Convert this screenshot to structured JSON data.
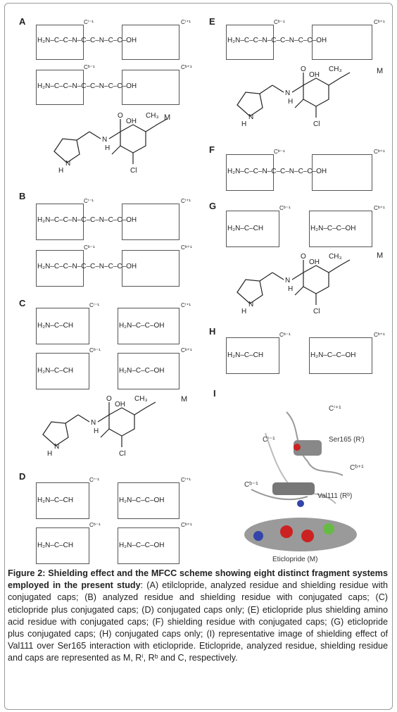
{
  "panels": {
    "A": "A",
    "B": "B",
    "C": "C",
    "D": "D",
    "E": "E",
    "F": "F",
    "G": "G",
    "H": "H",
    "I": "I"
  },
  "fragments": {
    "tripeptide": "H₂N–C–C–N–C–C–N–C–C–OH",
    "cap_cho": "H₂N–C–CH",
    "cap_cooh": "H₂N–C–C–OH"
  },
  "cap_labels": {
    "ci_minus": "Cⁱ⁻¹",
    "ci_plus": "Cⁱ⁺¹",
    "cb_minus": "Cᵇ⁻¹",
    "cb_plus": "Cᵇ⁺¹"
  },
  "molecule": {
    "label": "M",
    "atom_oh": "OH",
    "atom_ch3": "CH₃",
    "atom_cl": "Cl",
    "atom_n": "N",
    "atom_h": "H",
    "atom_o": "O"
  },
  "panel_i": {
    "ser_label": "Ser165 (Rⁱ)",
    "val_label": "Val111 (Rᵇ)",
    "eti_label": "Eticlopride (M)",
    "c_plus": "Cⁱ⁺¹",
    "c_minus_top": "Cⁱ⁻¹",
    "c_minus_bottom": "Cᵇ⁻¹",
    "c_plus_right": "Cᵇ⁺¹"
  },
  "caption": {
    "title": "Figure 2: Shielding effect and the MFCC scheme showing eight distinct fragment systems employed in the present study",
    "body": ": (A) etilclopride, analyzed residue and shielding residue with conjugated caps; (B) analyzed residue and shielding residue with conjugated caps; (C) eticlopride plus conjugated caps; (D) conjugated caps only; (E) eticlopride plus shielding amino acid  residue with conjugated caps; (F) shielding residue with conjugated caps; (G) eticlopride plus conjugated caps; (H) conjugated caps only; (I) representative image of shielding effect of Val111 over Ser165 interaction with eticlopride. Eticlopride, analyzed residue, shielding residue and caps are represented as M, Rⁱ, Rᵇ and C, respectively."
  },
  "colors": {
    "border": "#9a9a9a",
    "ink": "#222222"
  }
}
